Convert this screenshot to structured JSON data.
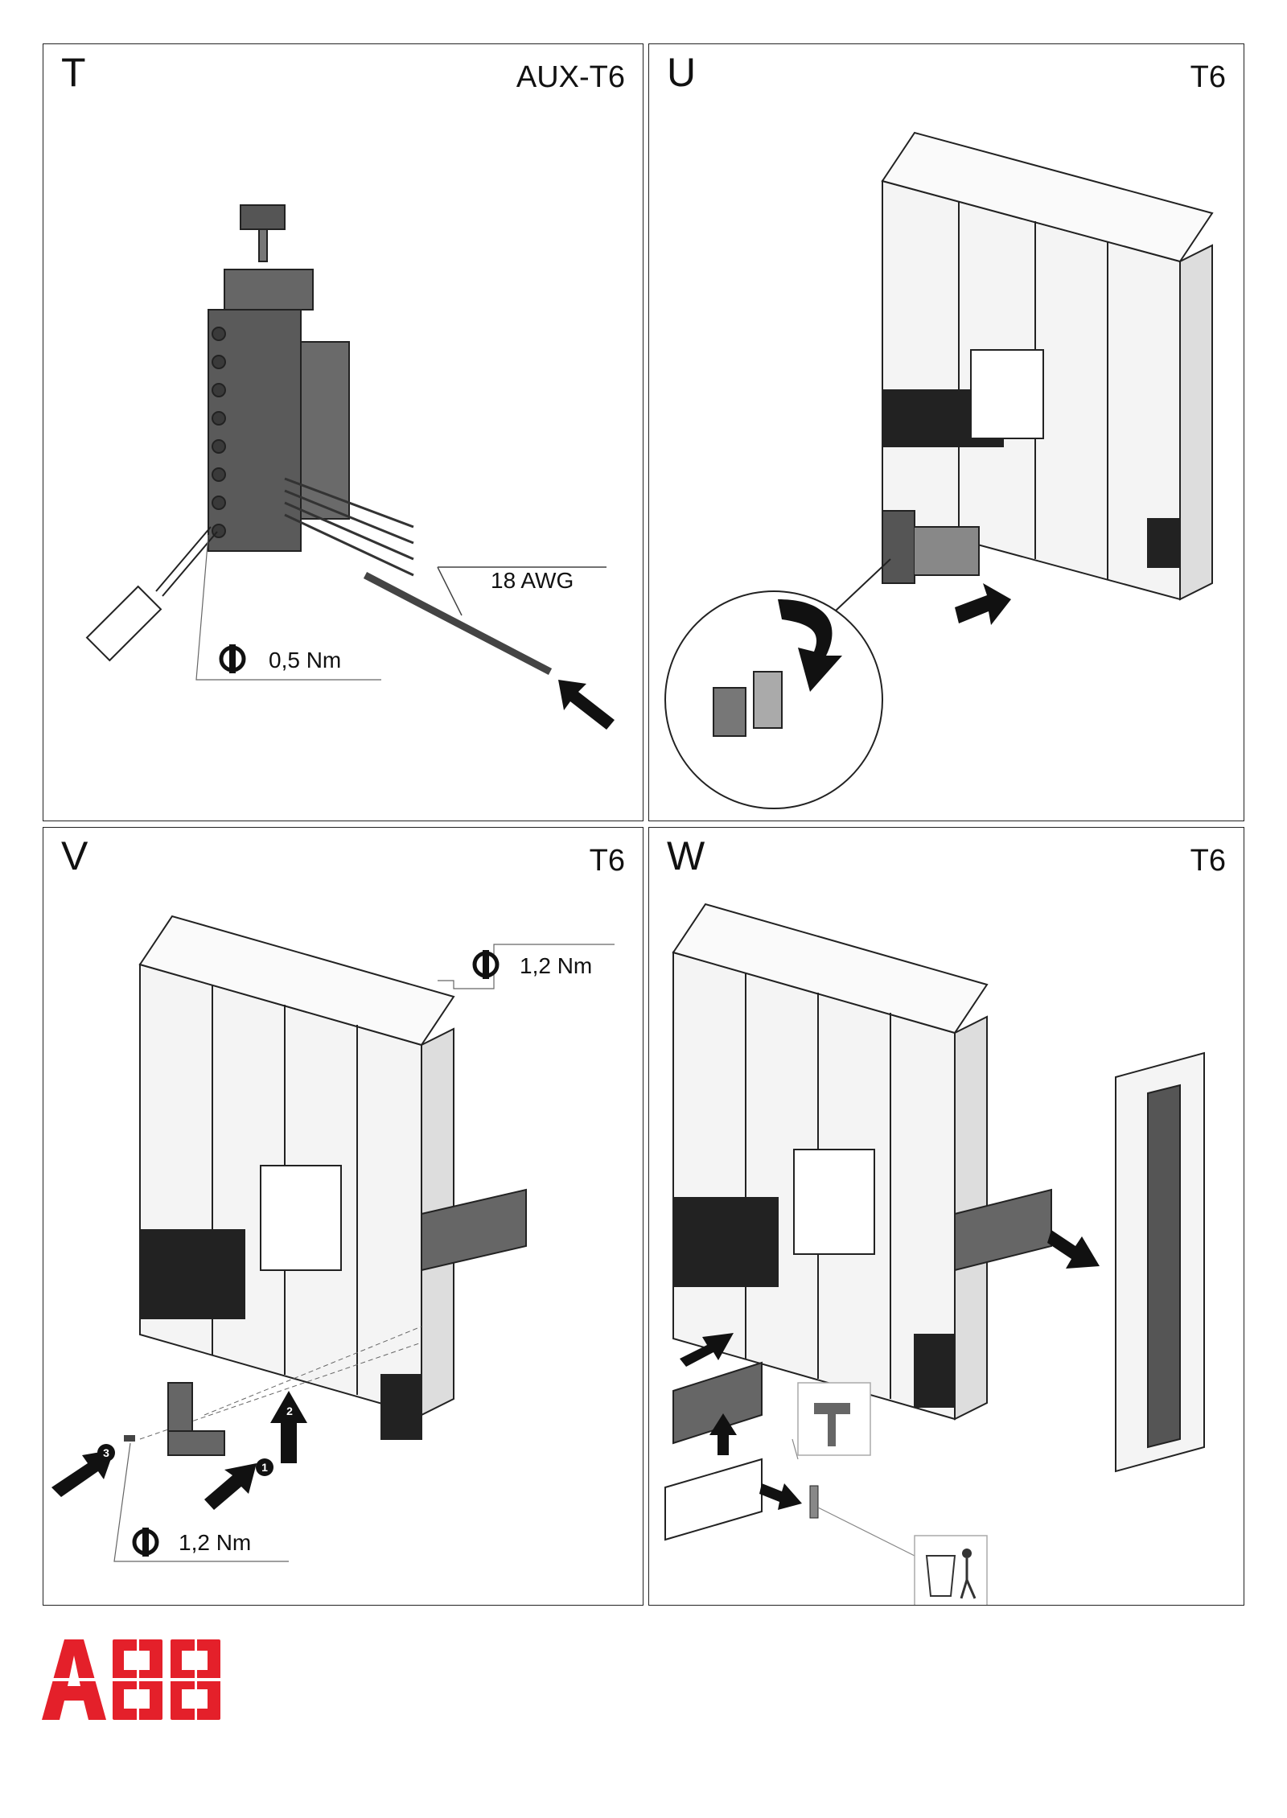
{
  "panels": {
    "t": {
      "letter": "T",
      "model": "AUX-T6",
      "torque": "0,5 Nm",
      "wire_gauge": "18 AWG"
    },
    "u": {
      "letter": "U",
      "model": "T6"
    },
    "v": {
      "letter": "V",
      "model": "T6",
      "torque_top": "1,2 Nm",
      "torque_bottom": "1,2 Nm",
      "steps": [
        "1",
        "2",
        "3"
      ]
    },
    "w": {
      "letter": "W",
      "model": "T6"
    }
  },
  "brand": {
    "name": "ABB",
    "color": "#e4202a"
  },
  "icons": [
    "torque-icon",
    "arrow-icon",
    "hammer-icon",
    "trash-bin-icon"
  ]
}
